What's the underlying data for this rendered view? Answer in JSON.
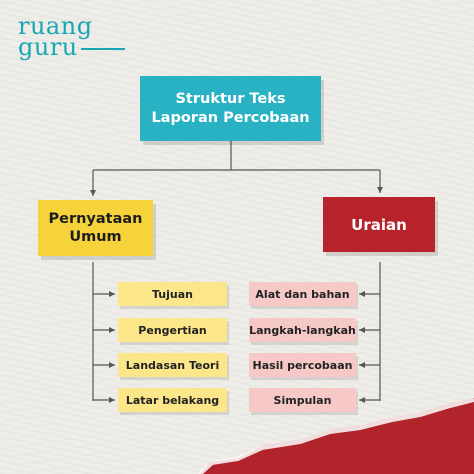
{
  "brand": {
    "line1": "ruang",
    "line2": "guru"
  },
  "diagram": {
    "root": {
      "line1": "Struktur Teks",
      "line2": "Laporan Percobaan"
    },
    "left": {
      "title_line1": "Pernyataan",
      "title_line2": "Umum",
      "items": [
        "Tujuan",
        "Pengertian",
        "Landasan Teori",
        "Latar belakang"
      ]
    },
    "right": {
      "title": "Uraian",
      "items": [
        "Alat dan bahan",
        "Langkah-langkah",
        "Hasil percobaan",
        "Simpulan"
      ]
    }
  },
  "colors": {
    "teal": "#29b2c4",
    "yellow": "#f6d33a",
    "light_yellow": "#fbe78a",
    "red": "#b8222b",
    "pink": "#f6c9c7",
    "line": "#555555"
  }
}
